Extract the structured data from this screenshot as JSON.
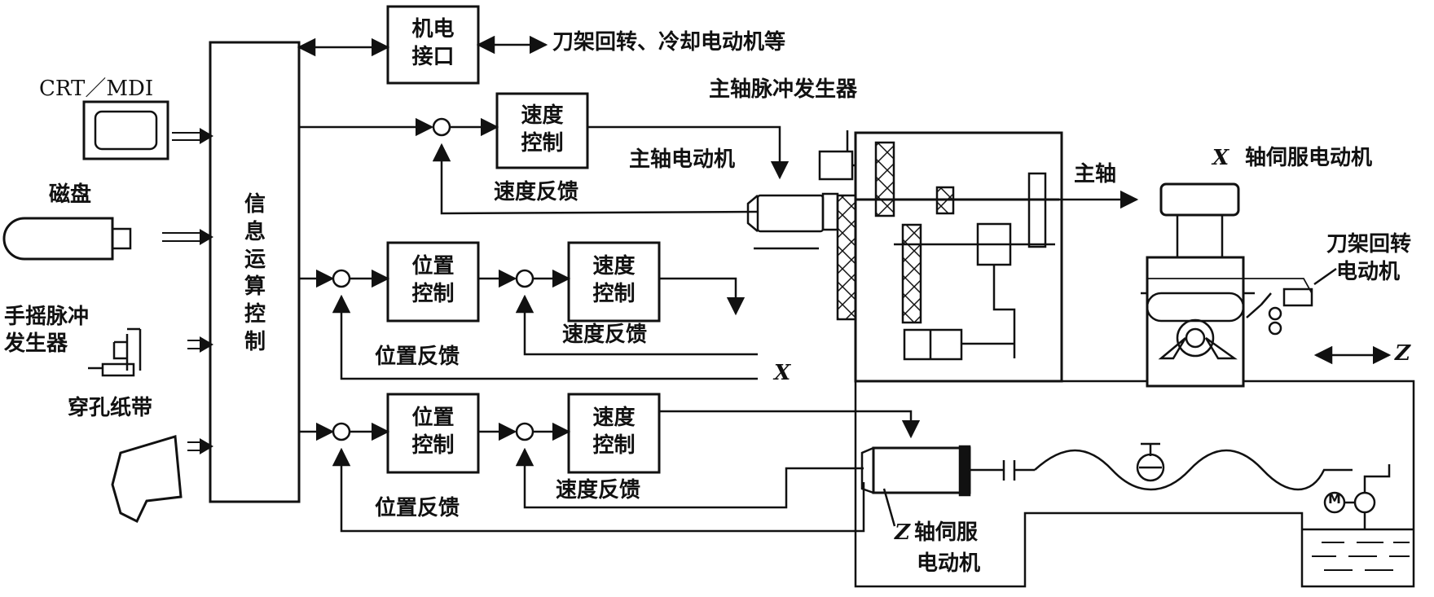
{
  "inputs": {
    "crt_mdi": "CRT／MDI",
    "disk": "磁盘",
    "handwheel_line1": "手摇脉冲",
    "handwheel_line2": "发生器",
    "punched_tape": "穿孔纸带"
  },
  "controller": {
    "chars": [
      "信",
      "息",
      "运",
      "算",
      "控",
      "制"
    ]
  },
  "interface": {
    "line1": "机电",
    "line2": "接口",
    "output": "刀架回转、冷却电动机等"
  },
  "spindle_loop": {
    "speed_ctrl_line1": "速度",
    "speed_ctrl_line2": "控制",
    "feedback": "速度反馈",
    "spindle_motor": "主轴电动机",
    "pulse_generator": "主轴脉冲发生器",
    "spindle": "主轴"
  },
  "x_loop": {
    "pos_ctrl_line1": "位置",
    "pos_ctrl_line2": "控制",
    "speed_ctrl_line1": "速度",
    "speed_ctrl_line2": "控制",
    "speed_feedback": "速度反馈",
    "pos_feedback": "位置反馈",
    "axis": "X"
  },
  "z_loop": {
    "pos_ctrl_line1": "位置",
    "pos_ctrl_line2": "控制",
    "speed_ctrl_line1": "速度",
    "speed_ctrl_line2": "控制",
    "speed_feedback": "速度反馈",
    "pos_feedback": "位置反馈"
  },
  "machine": {
    "x_servo_axis": "X",
    "x_servo_label": "轴伺服电动机",
    "turret_line1": "刀架回转",
    "turret_line2": "电动机",
    "z_dir_axis": "Z",
    "z_servo_axis": "Z",
    "z_servo_line1": "轴伺服",
    "z_servo_line2": "电动机",
    "coolant_motor": "M"
  }
}
